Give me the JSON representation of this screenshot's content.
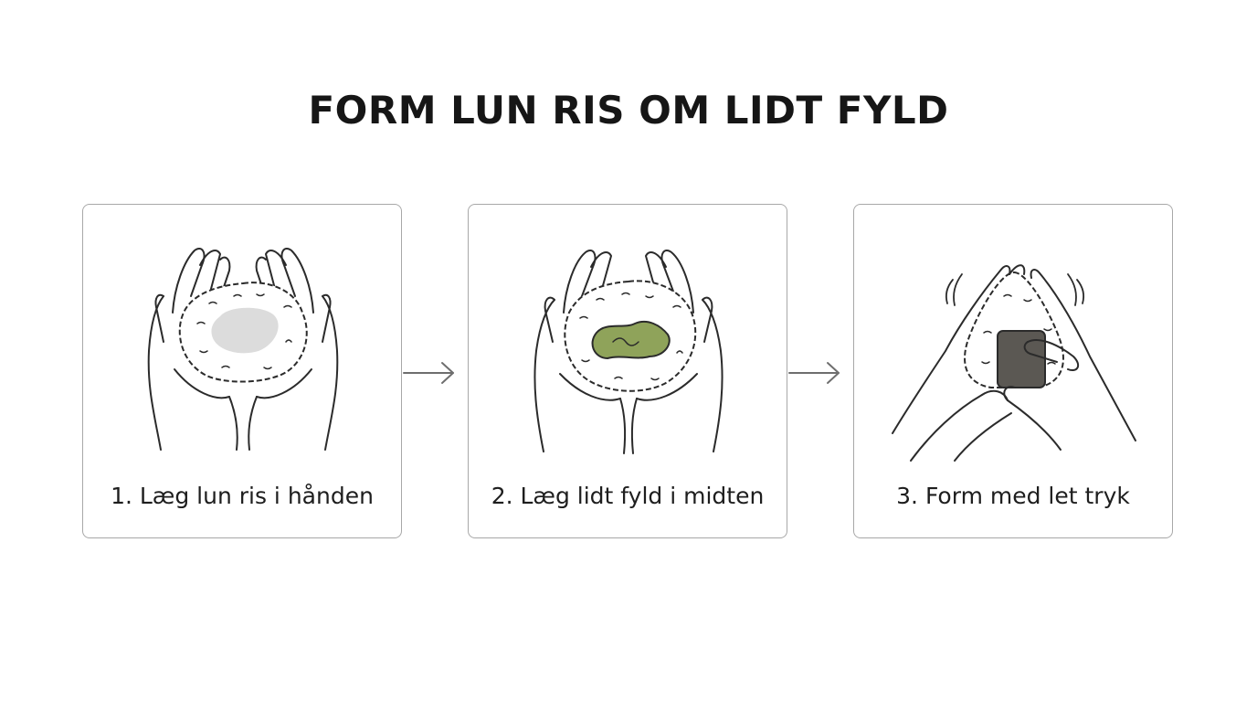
{
  "title": "FORM LUN RIS OM LIDT FYLD",
  "steps": [
    {
      "caption": "1. Læg lun ris i hånden",
      "illustration": "cupped-hands-rice-icon"
    },
    {
      "caption": "2. Læg lidt fyld i midten",
      "illustration": "rice-with-filling-icon"
    },
    {
      "caption": "3. Form med let tryk",
      "illustration": "shaping-onigiri-icon"
    }
  ],
  "colors": {
    "line": "#2b2b2b",
    "panel_border": "#a8a8a8",
    "rice_hollow": "#dcdcdc",
    "filling": "#8fa35a",
    "nori": "#5b5853",
    "arrow": "#6e6e6e"
  }
}
